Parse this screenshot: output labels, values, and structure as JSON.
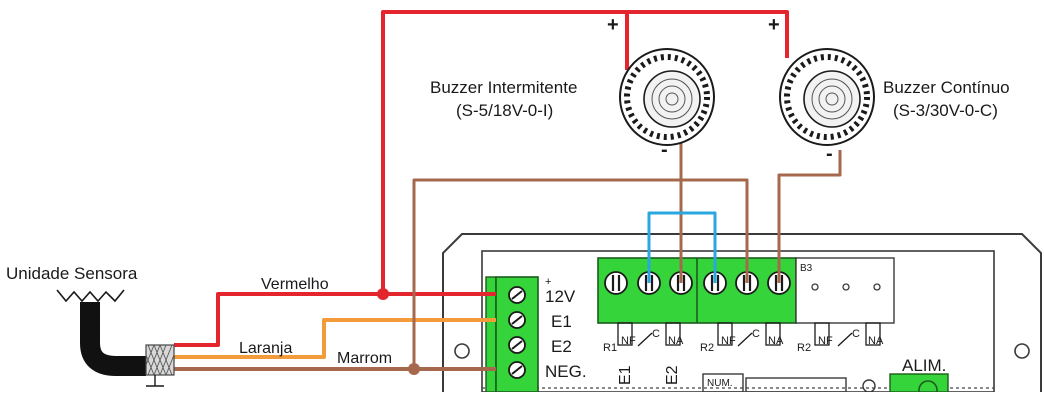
{
  "sensor": {
    "label": "Unidade Sensora"
  },
  "wires": {
    "red": {
      "label": "Vermelho",
      "color": "#e3262d"
    },
    "orange": {
      "label": "Laranja",
      "color": "#f39a3b"
    },
    "brown": {
      "label": "Marrom",
      "color": "#a5684c"
    },
    "jumper": {
      "color": "#2aa6e0"
    }
  },
  "buzzers": [
    {
      "name": "Buzzer Intermitente",
      "model": "(S-5/18V-0-I)",
      "plus": "+",
      "minus": "-"
    },
    {
      "name": "Buzzer Contínuo",
      "model": "(S-3/30V-0-C)",
      "plus": "+",
      "minus": "-"
    }
  ],
  "terminal_block": {
    "color": "#35d43a",
    "plus_mark": "+",
    "labels": [
      "12V",
      "E1",
      "E2",
      "NEG."
    ]
  },
  "relays": [
    {
      "id": "R1",
      "nf": "NF",
      "c": "C",
      "na": "NA"
    },
    {
      "id": "R2",
      "nf": "NF",
      "c": "C",
      "na": "NA"
    },
    {
      "id": "R2",
      "nf": "NF",
      "c": "C",
      "na": "NA"
    }
  ],
  "board_labels": {
    "b3": "B3",
    "e1": "E1",
    "e2": "E2",
    "num": "NUM.",
    "alim": "ALIM."
  }
}
